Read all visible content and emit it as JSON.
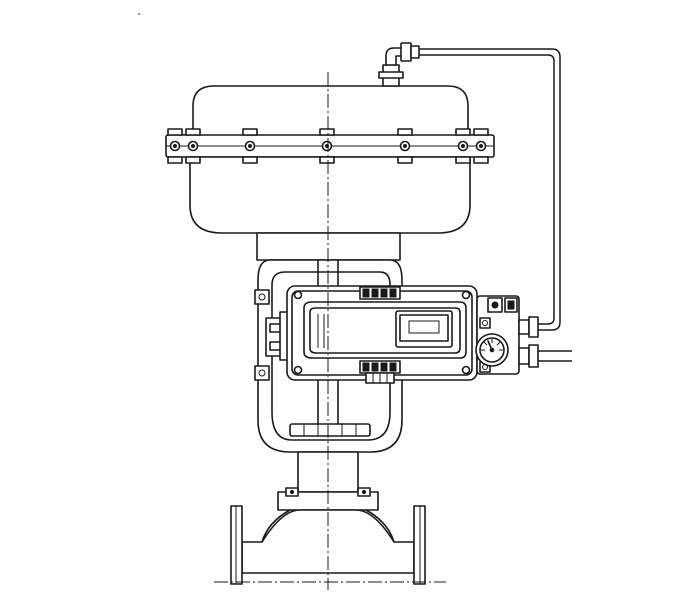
{
  "drawing": {
    "components": [
      "diaphragm-actuator",
      "valve-positioner",
      "pressure-gauge",
      "air-supply-tubing",
      "yoke",
      "stem",
      "valve-body",
      "inlet-flange",
      "outlet-flange"
    ],
    "line_color": "#1a1a1a",
    "background": "#ffffff",
    "text_labels": []
  }
}
